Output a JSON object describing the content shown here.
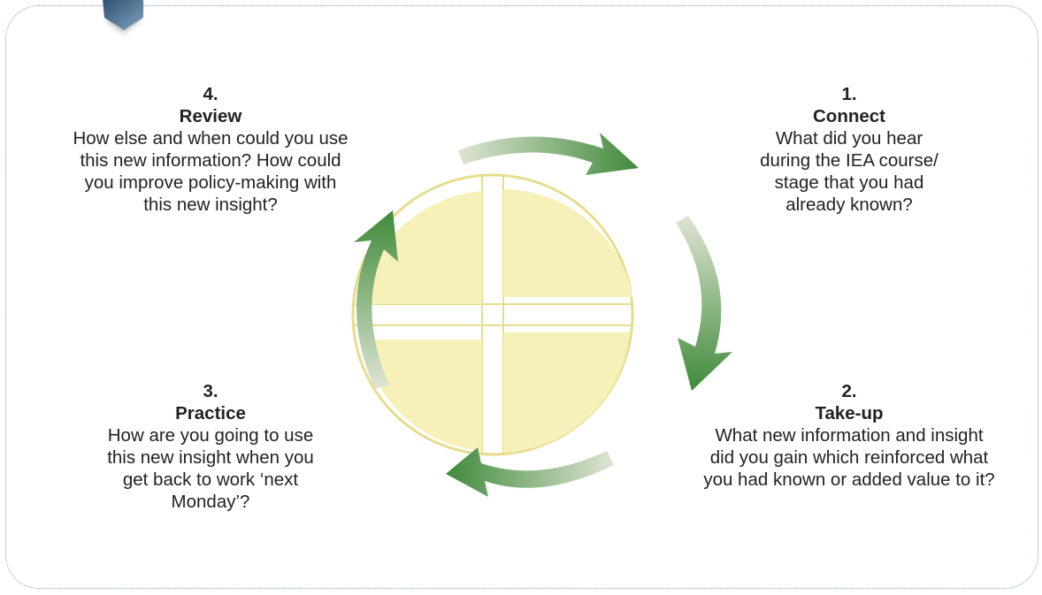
{
  "colors": {
    "arrow": "#3f8a3a",
    "arrow_fade": "#dfe5d4",
    "circle_fill": "#f7f1b9",
    "circle_line": "#e7dc8d",
    "tab_dark": "#2c4f6e",
    "tab_light": "#7fa3c1",
    "frame": "#8a9bb0"
  },
  "icons": [
    "corner-tab-icon",
    "cycle-arrow-icon",
    "quartered-circle-icon"
  ],
  "steps": {
    "connect": {
      "number": "1.",
      "title": "Connect",
      "description": "What did you hear during the IEA course/ stage that you had already known?"
    },
    "takeup": {
      "number": "2.",
      "title": "Take-up",
      "description": "What new information and insight did you gain which reinforced what you had known or added value to it?"
    },
    "practice": {
      "number": "3.",
      "title": "Practice",
      "description": "How are you going to use this new insight when you get back to work ‘next Monday’?"
    },
    "review": {
      "number": "4.",
      "title": "Review",
      "description": "How else and when could you use this new information? How could you improve policy-making with this new insight?"
    }
  }
}
